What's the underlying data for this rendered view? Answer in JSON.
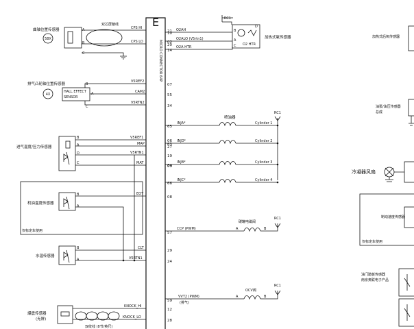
{
  "ecu": {
    "letter": "E",
    "side_label": "MICRO CONNECTOR 64P"
  },
  "sensors": {
    "crank": {
      "label": "曲轴位置传感器",
      "badge": "58X",
      "shield_label": "双芯屏蔽线",
      "sig_hi": "CPS HI",
      "sig_lo": "CPS LO",
      "pin_hi": "21",
      "pin_lo": "20",
      "pin_a": "A",
      "pin_b": "B",
      "pin_c": "C"
    },
    "cam": {
      "label": "排气凸轮轴位置传感器",
      "badge": "4X",
      "box1": "HALL EFFECT",
      "box2": "SENSOR",
      "sig1": "V5REF2",
      "sig2": "CAM2",
      "sig3": "V5RTN2",
      "pin1": "07",
      "pin2": "55",
      "pin3": "34",
      "pin_a": "A",
      "pin_b": "B",
      "pin_c": "C"
    },
    "map": {
      "label": "进气温度/压力传感器",
      "sig1": "V5REF1",
      "sig2": "MAP",
      "sig3": "V5RTN1",
      "sig4": "MAT",
      "pin1": "06",
      "pin2": "27",
      "pin3": "19",
      "pin4": "09",
      "pin_a": "A",
      "pin_b": "B",
      "pin_c": "C",
      "pin_d": "D"
    },
    "oil": {
      "label": "机油温度传感器",
      "sig": "EOT",
      "pin": "08",
      "note": "仅标定车使用",
      "pin_a": "A",
      "pin_b": "B"
    },
    "coolant": {
      "label": "水温传感器",
      "sig1": "CLT",
      "sig2": "V5RTN1",
      "pin1": "29",
      "pin2": "24",
      "pin_a": "A",
      "pin_b": "B"
    },
    "knock": {
      "label1": "爆震传感器",
      "label2": "(无屏)",
      "sig1": "KNOCK_HI",
      "sig2": "KNOCK_LO",
      "pin1": "12",
      "pin2": "28",
      "cable": "双绞线 (8节/英尺)"
    }
  },
  "o2": {
    "label": "加热式氧传感器",
    "rc": "RC1",
    "sig1": "O2AH",
    "sig2": "O2ALO (V5rtn1)",
    "sig3": "O2A HTR",
    "pin1": "10",
    "pin2": "02",
    "pin3": "14",
    "box_label": "O2 HTR",
    "pin_a": "A",
    "pin_b": "B",
    "pin_c": "C",
    "pin_d": "D"
  },
  "injectors": {
    "label": "喷油器",
    "rc": "RC1",
    "items": [
      {
        "pin": "65",
        "sig": "INJA*",
        "cyl": "Cylinder 1"
      },
      {
        "pin": "63",
        "sig": "INJD*",
        "cyl": "Cylinder 2"
      },
      {
        "pin": "64",
        "sig": "INJB*",
        "cyl": "Cylinder 3"
      },
      {
        "pin": "66",
        "sig": "INJC*",
        "cyl": "Cylinder 4"
      }
    ]
  },
  "ccp": {
    "label": "碳罐电磁阀",
    "sig": "CCP (PWM)",
    "pin": "57",
    "rc": "RC1",
    "pin_a": "A",
    "pin_b": "B"
  },
  "ocv": {
    "label": "OCV阀",
    "sig": "VVT2 (PWM)",
    "sub": "(排气)",
    "pin": "59",
    "rc": "RC1",
    "pin_a": "A",
    "pin_b": "B"
  },
  "right": {
    "o2_rear": "加热式后氧传感器",
    "oil_switch1": "油泵/油压传感器",
    "oil_switch2": "总成",
    "fan": "冷凝器风扇",
    "accel": "制动速度传感器",
    "note": "仅标定车使用",
    "throttle1": "油门踏板传感器",
    "throttle2": "南京奥联电子产品"
  }
}
